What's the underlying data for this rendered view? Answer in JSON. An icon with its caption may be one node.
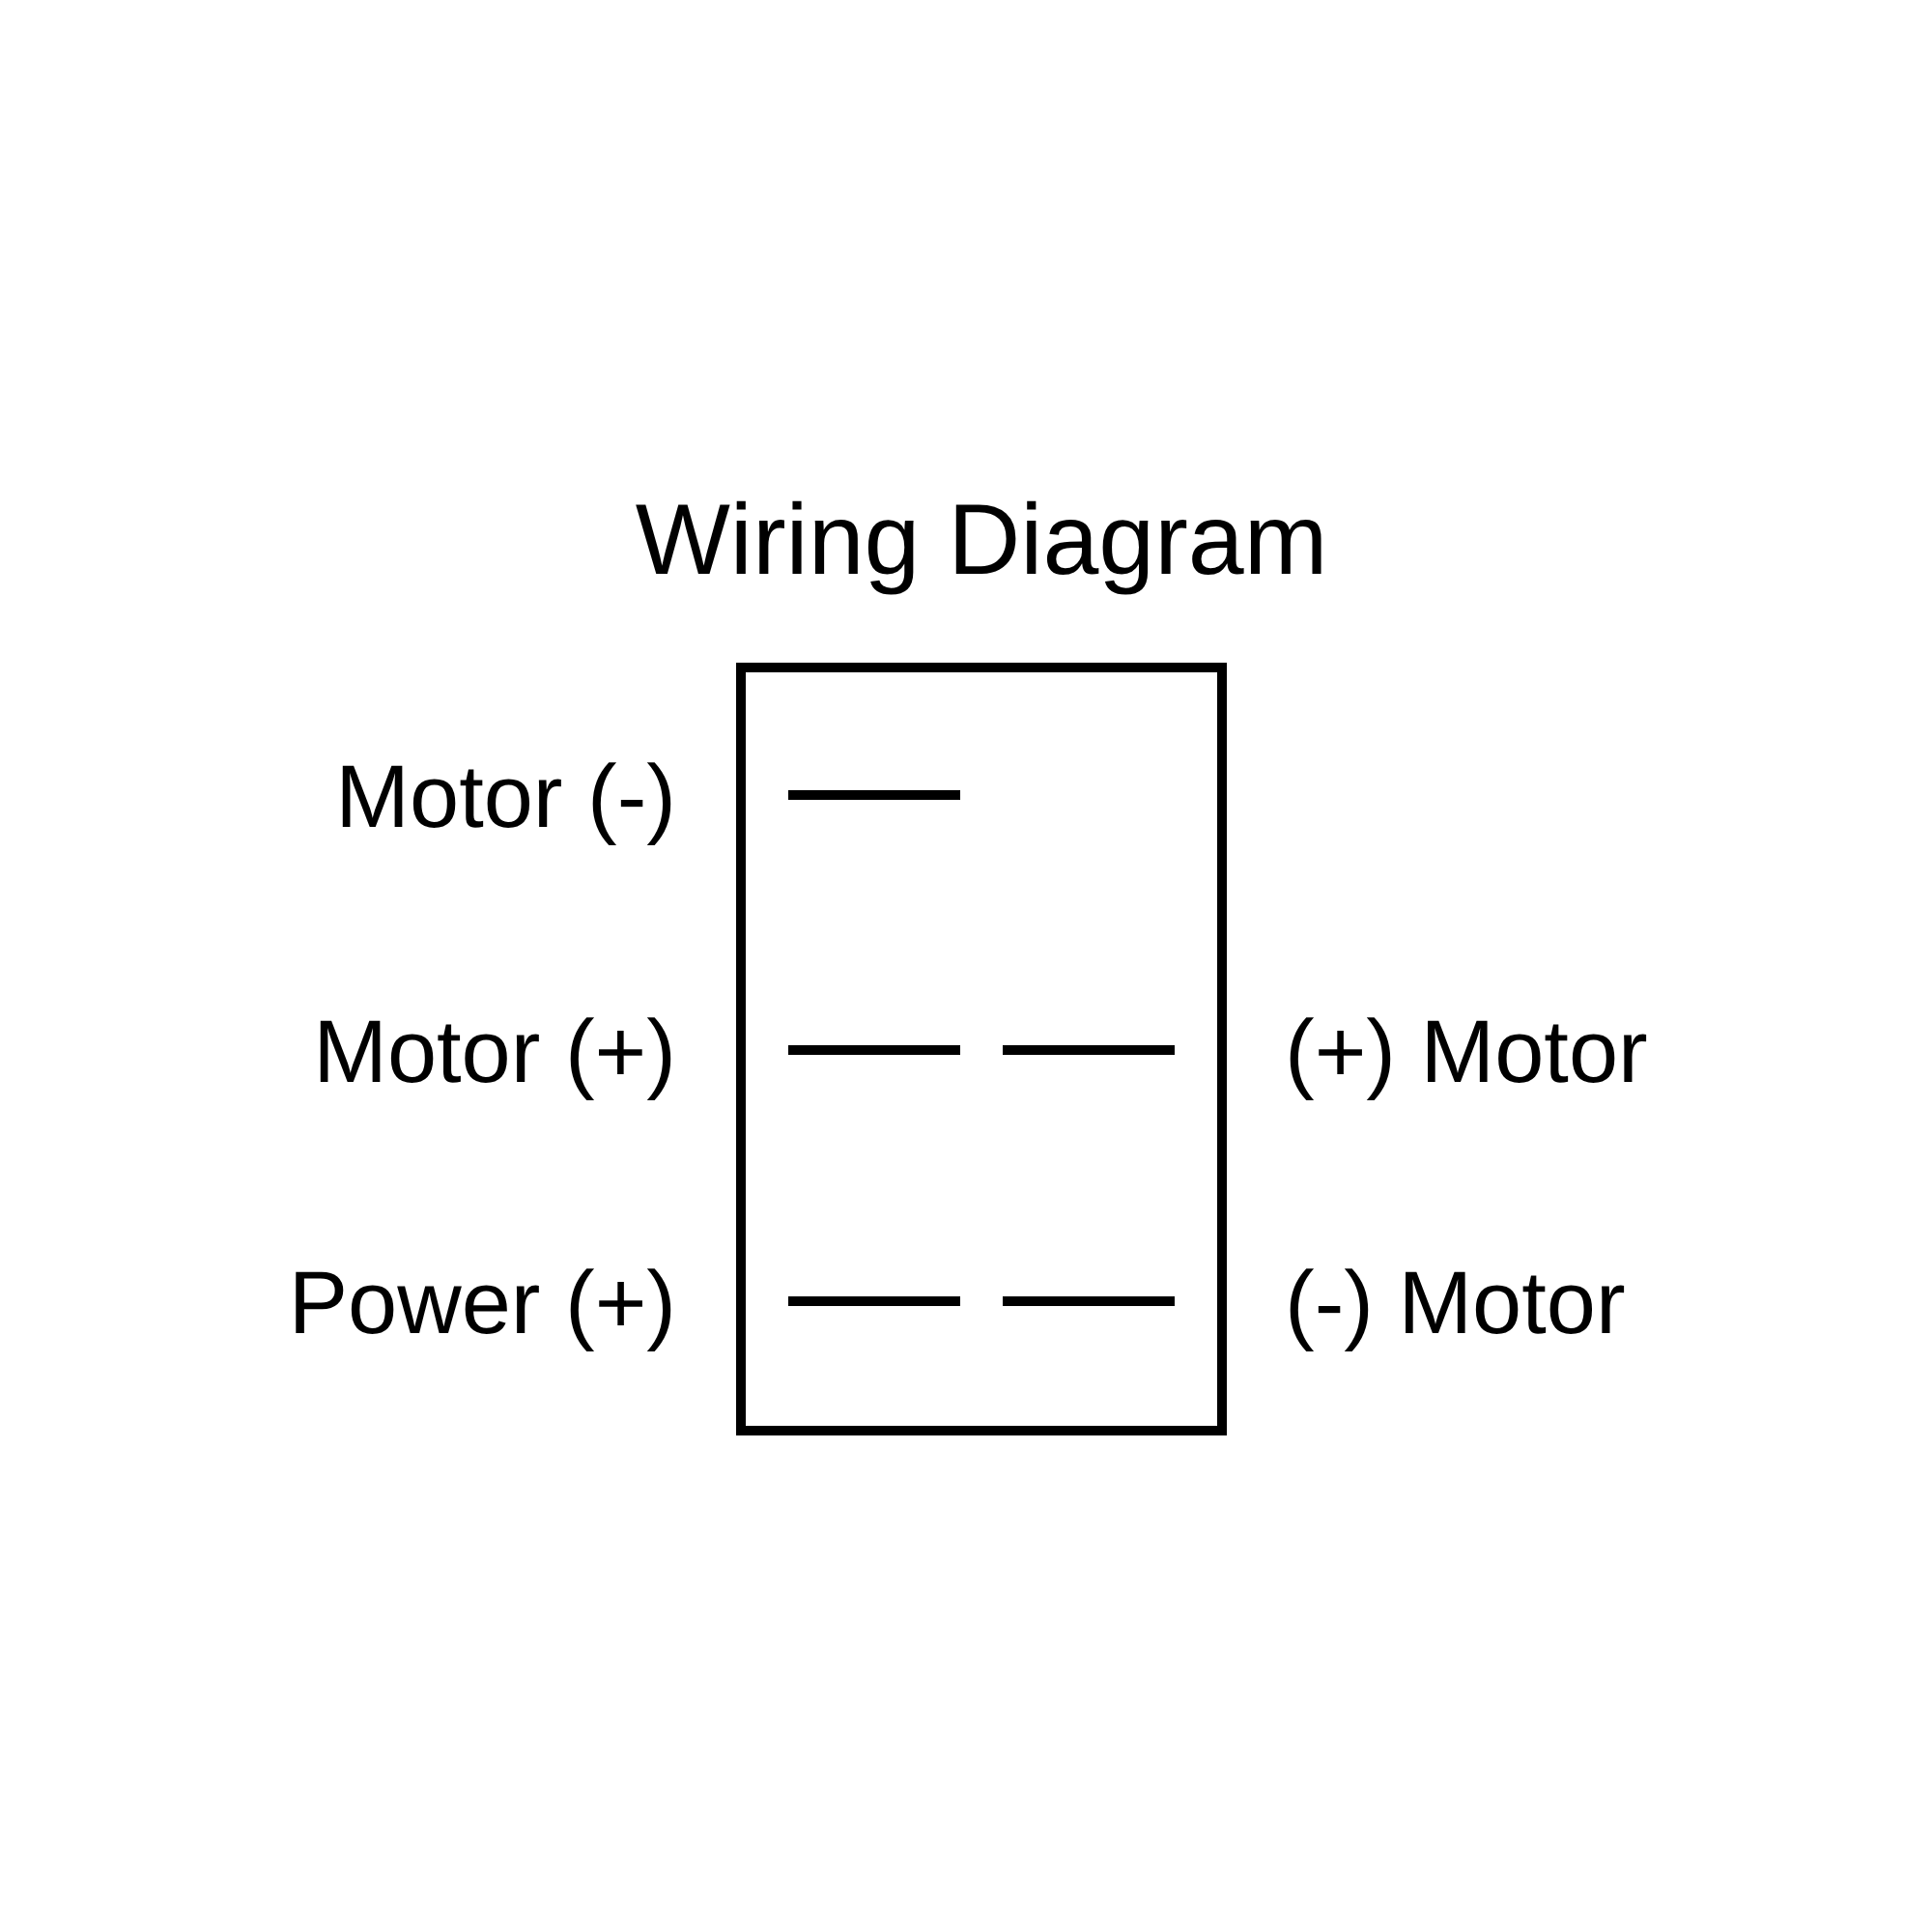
{
  "diagram": {
    "title": "Wiring Diagram",
    "nodes": [
      {
        "text": [],
        "shape": "box"
      },
      {
        "text": [],
        "shape": "bar",
        "in": 0,
        "beside": [
          "Motor (-)"
        ]
      },
      {
        "text": [],
        "shape": "bar",
        "in": 0,
        "beside": [
          "Motor (+)"
        ]
      },
      {
        "text": [],
        "shape": "bar",
        "in": 0,
        "beside": [
          "(+) Motor"
        ]
      },
      {
        "text": [],
        "shape": "bar",
        "in": 0,
        "beside": [
          "Power (+)"
        ]
      },
      {
        "text": [],
        "shape": "bar",
        "in": 0,
        "beside": [
          "(-) Motor"
        ]
      }
    ],
    "edges": []
  }
}
